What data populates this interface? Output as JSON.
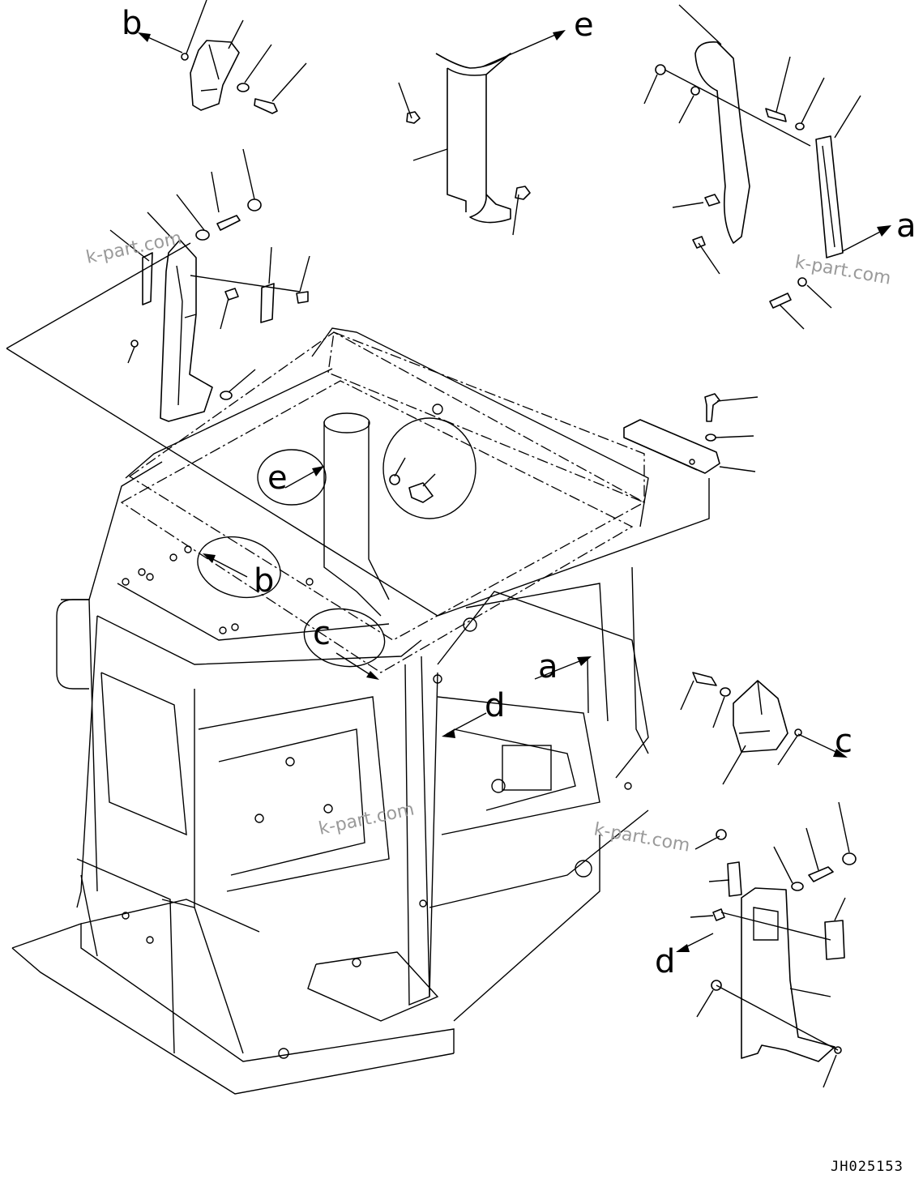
{
  "callouts": {
    "a": "a",
    "b": "b",
    "c": "c",
    "d": "d",
    "e": "e"
  },
  "watermark": "k-part.com",
  "drawing_code": "JH025153"
}
